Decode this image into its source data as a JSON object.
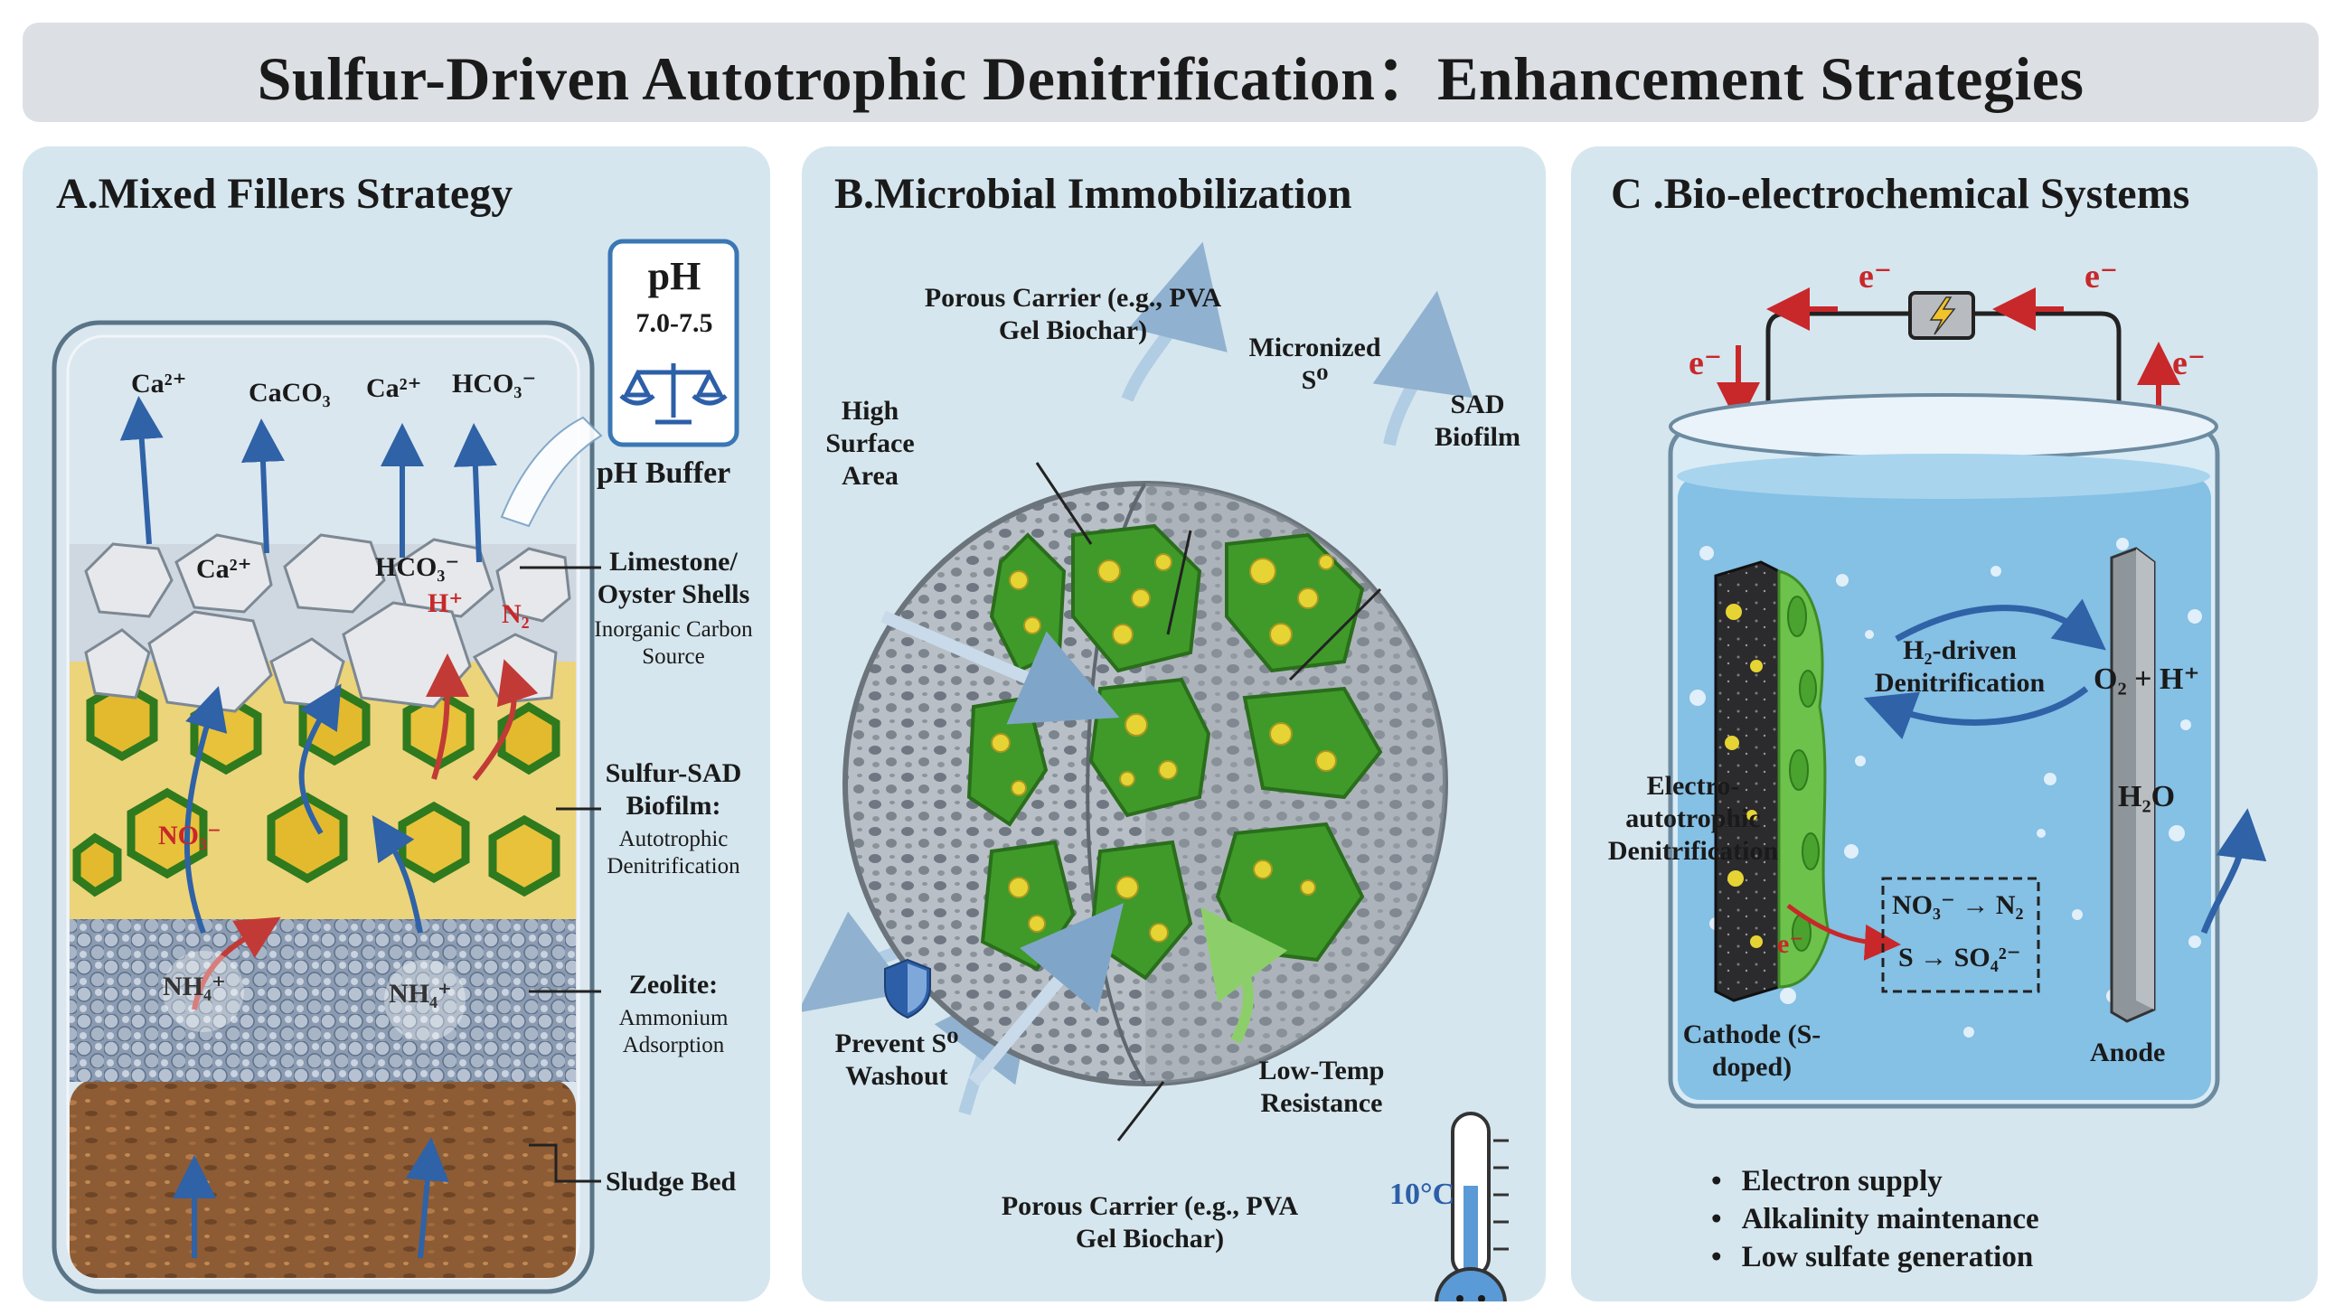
{
  "title": "Sulfur-Driven Autotrophic Denitrification：Enhancement Strategies",
  "panel_a": {
    "title": "A.Mixed Fillers Strategy",
    "ph_box": {
      "label": "pH",
      "range": "7.0-7.5",
      "caption": "pH Buffer"
    },
    "ions_top": {
      "ca1": "Ca²⁺",
      "caco3": "CaCO₃",
      "ca2": "Ca²⁺",
      "hco3": "HCO₃⁻"
    },
    "ions_inside": {
      "ca": "Ca²⁺",
      "hco3": "HCO₃⁻",
      "h": "H⁺",
      "n2": "N₂",
      "no3": "NO₃⁻",
      "nh4_left": "NH₄⁺",
      "nh4_right": "NH₄⁺"
    },
    "layers": {
      "limestone": {
        "title": "Limestone/ Oyster Shells",
        "subtitle": "Inorganic Carbon Source"
      },
      "sulfur": {
        "title": "Sulfur-SAD Biofilm:",
        "subtitle": "Autotrophic Denitrification"
      },
      "zeolite": {
        "title": "Zeolite:",
        "subtitle": "Ammonium Adsorption"
      },
      "sludge": {
        "title": "Sludge Bed"
      }
    },
    "colors": {
      "limestone": "#e3e5e8",
      "sulfur": "#e8c23a",
      "biofilm": "#3f9a2a",
      "zeolite": "#8fa0b5",
      "sludge": "#8a5a32"
    }
  },
  "panel_b": {
    "title": "B.Microbial Immobilization",
    "labels": {
      "carrier_top": "Porous Carrier (e.g., PVA Gel Biochar)",
      "micronized": "Micronized S⁰",
      "high_surface": "High Surface Area",
      "sad_biofilm": "SAD Biofilm",
      "prevent": "Prevent S⁰ Washout",
      "low_temp": "Low-Temp Resistance",
      "carrier_bottom": "Porous Carrier (e.g., PVA Gel Biochar)",
      "temperature": "10°C"
    },
    "icons": [
      "shield-icon",
      "thermometer-icon"
    ]
  },
  "panel_c": {
    "title": "C .Bio-electrochemical Systems",
    "electron": "e⁻",
    "labels": {
      "h2_driven": "H₂-driven Denitrification",
      "o2_h": "O₂ + H⁺",
      "h2o": "H₂O",
      "electro": "Electro- autotrophic Denitrification",
      "reaction1": "NO₃⁻ → N₂",
      "reaction2": "S → SO₄²⁻",
      "cathode": "Cathode (S-doped)",
      "anode": "Anode"
    },
    "bullets": [
      "Electron supply",
      "Alkalinity maintenance",
      "Low sulfate generation"
    ],
    "icons": [
      "lightning-icon"
    ]
  }
}
